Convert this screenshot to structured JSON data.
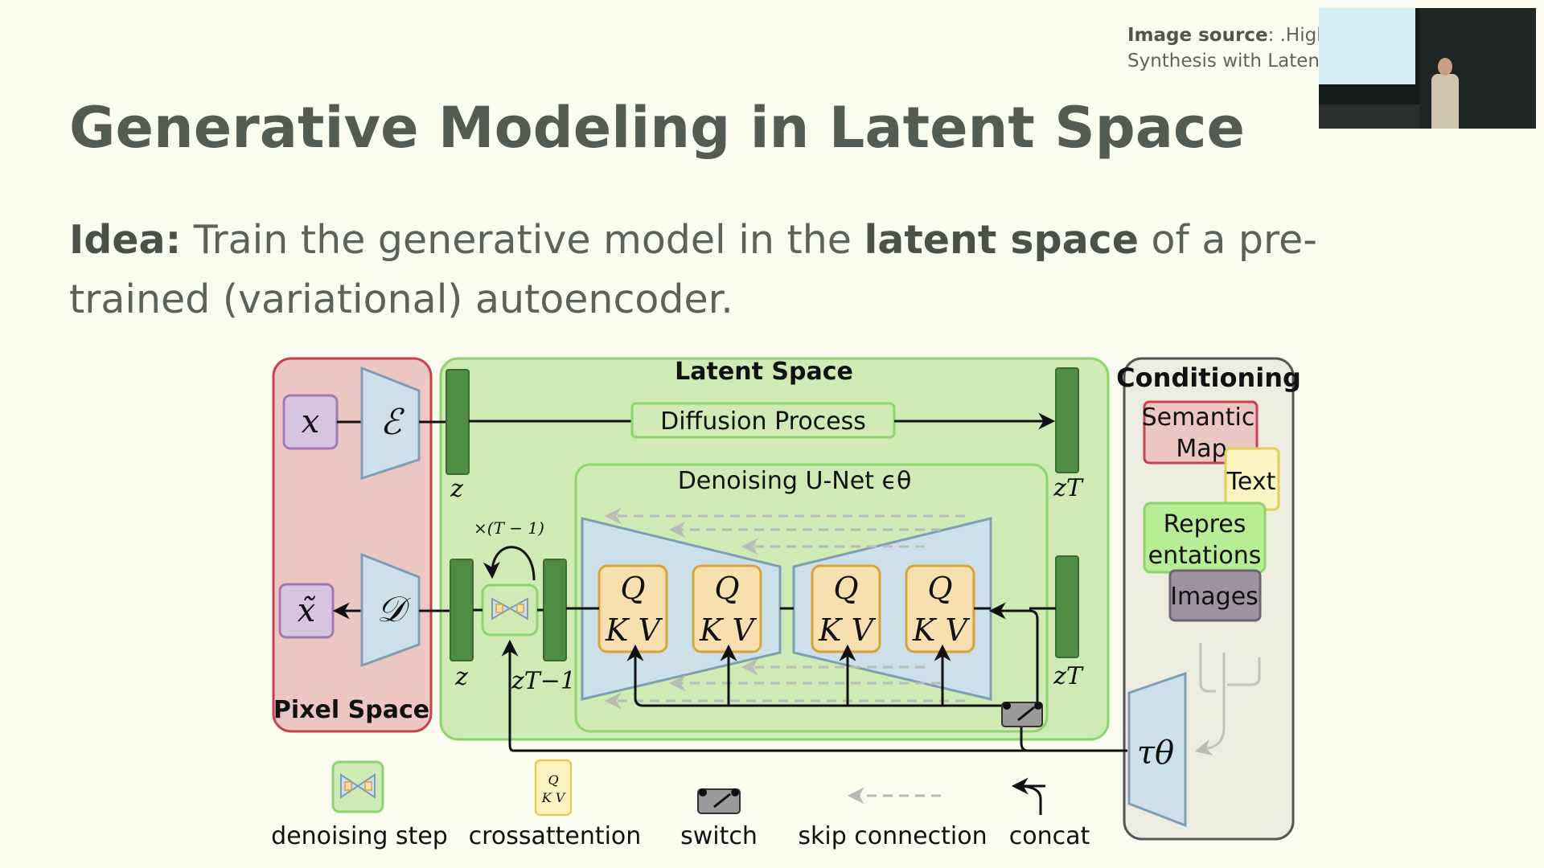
{
  "slide": {
    "title": "Generative Modeling in Latent Space",
    "idea_label": "Idea:",
    "idea_text_1": " Train the generative model in the ",
    "idea_bold": "latent space",
    "idea_text_2": " of a pre-trained (variational) autoencoder.",
    "source_label": "Image source",
    "source_line_1": ": .High F",
    "source_line_2": "Synthesis with Latent"
  },
  "diagram": {
    "pixel_space": "Pixel Space",
    "latent_space": "Latent Space",
    "conditioning": "Conditioning",
    "diffusion_process": "Diffusion Process",
    "unet_label": "Denoising U-Net ϵθ",
    "x": "x",
    "x_tilde": "x̃",
    "encoder": "ℰ",
    "decoder": "𝒟",
    "z_top": "z",
    "z_bottom": "z",
    "zT_top": "zT",
    "zT_bottom": "zT",
    "zT1": "zT−1",
    "repeat": "×(T − 1)",
    "q": "Q",
    "kv": "K V",
    "tau": "τθ",
    "cond_semantic_1": "Semantic",
    "cond_semantic_2": "Map",
    "cond_text": "Text",
    "cond_repr_1": "Repres",
    "cond_repr_2": "entations",
    "cond_images": "Images",
    "legend": {
      "denoising": "denoising step",
      "crossattention": "crossattention",
      "switch": "switch",
      "skip": "skip connection",
      "concat": "concat"
    }
  },
  "colors": {
    "background": "#fbfcf0",
    "pixel_space": "#ecc6c2",
    "latent_space": "#cfeab4",
    "conditioning": "#ecece0",
    "encoder_fill": "#cde0ea",
    "latent_bar": "#4f8d44",
    "attention_fill": "#f7dfb0"
  }
}
